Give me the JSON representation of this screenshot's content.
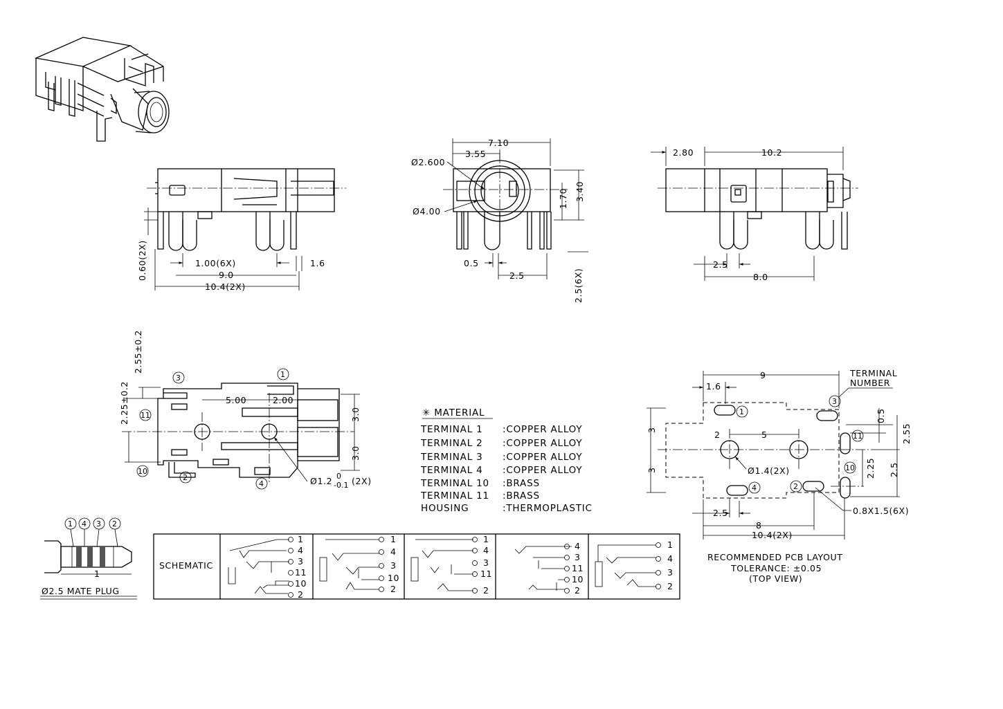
{
  "views": {
    "side": {
      "dims": [
        "0.60(2X)",
        "1.00(6X)",
        "1.6",
        "9.0",
        "10.4(2X)"
      ]
    },
    "front": {
      "dims": [
        "7.10",
        "3.55",
        "Ø2.600",
        "Ø4.00",
        "1.70",
        "3.40",
        "0.5",
        "2.5",
        "2.5(6X)"
      ]
    },
    "right": {
      "dims": [
        "2.80",
        "10.2",
        "2.5",
        "8.0"
      ]
    },
    "top": {
      "dims": [
        "2.55±0.2",
        "2.25±0.2",
        "5.00",
        "2.00",
        "3.0",
        "3.0",
        "Ø1.2",
        "0",
        "-0.1",
        "(2X)"
      ],
      "callouts": [
        "3",
        "1",
        "11",
        "10",
        "2",
        "4"
      ]
    },
    "pcb": {
      "dims": [
        "9",
        "1.6",
        "3",
        "3",
        "2",
        "5",
        "Ø1.4(2X)",
        "2.5",
        "8",
        "10.4(2X)",
        "0.5",
        "2.55",
        "2.25",
        "2.5",
        "0.8X1.5(6X)"
      ],
      "terminal_label": [
        "TERMINAL",
        "NUMBER"
      ],
      "callouts": [
        "3",
        "1",
        "11",
        "10",
        "4",
        "2"
      ]
    },
    "plug": {
      "callouts": [
        "1",
        "4",
        "3",
        "2"
      ],
      "dim": "1",
      "label": "Ø2.5 MATE PLUG"
    }
  },
  "material": {
    "title": "✳ MATERIAL",
    "rows": [
      {
        "name": "TERMINAL 1",
        "value": ":COPPER ALLOY"
      },
      {
        "name": "TERMINAL 2",
        "value": ":COPPER ALLOY"
      },
      {
        "name": "TERMINAL 3",
        "value": ":COPPER ALLOY"
      },
      {
        "name": "TERMINAL 4",
        "value": ":COPPER ALLOY"
      },
      {
        "name": "TERMINAL 10",
        "value": ":BRASS"
      },
      {
        "name": "TERMINAL 11",
        "value": ":BRASS"
      },
      {
        "name": "HOUSING",
        "value": ":THERMOPLASTIC"
      }
    ]
  },
  "schematic": {
    "label": "SCHEMATIC",
    "cells": [
      [
        "1",
        "4",
        "3",
        "11",
        "10",
        "2"
      ],
      [
        "1",
        "4",
        "3",
        "10",
        "2"
      ],
      [
        "1",
        "4",
        "3",
        "11",
        "2"
      ],
      [
        "4",
        "3",
        "11",
        "10",
        "2"
      ],
      [
        "1",
        "4",
        "3",
        "2"
      ]
    ]
  },
  "pcb_note": [
    "RECOMMENDED PCB LAYOUT",
    "TOLERANCE: ±0.05",
    "(TOP VIEW)"
  ]
}
